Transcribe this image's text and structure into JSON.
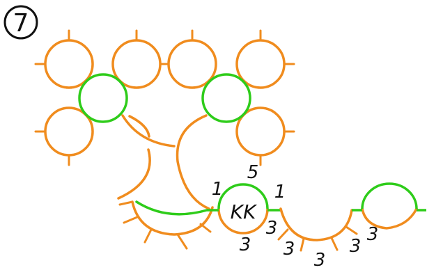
{
  "step_number": "7",
  "labels": {
    "center_ring": "KK",
    "top_count": "5",
    "left_top_count": "1",
    "right_top_count": "1",
    "bottom_left_count": "3",
    "left_lower_count": "3",
    "arc_left_count": "3",
    "arc_bottom_count": "3",
    "arc_right_count": "3",
    "right_ring_count": "3"
  },
  "colors": {
    "orange": "#f08c1e",
    "green": "#2ecc1a",
    "ink": "#111111"
  }
}
